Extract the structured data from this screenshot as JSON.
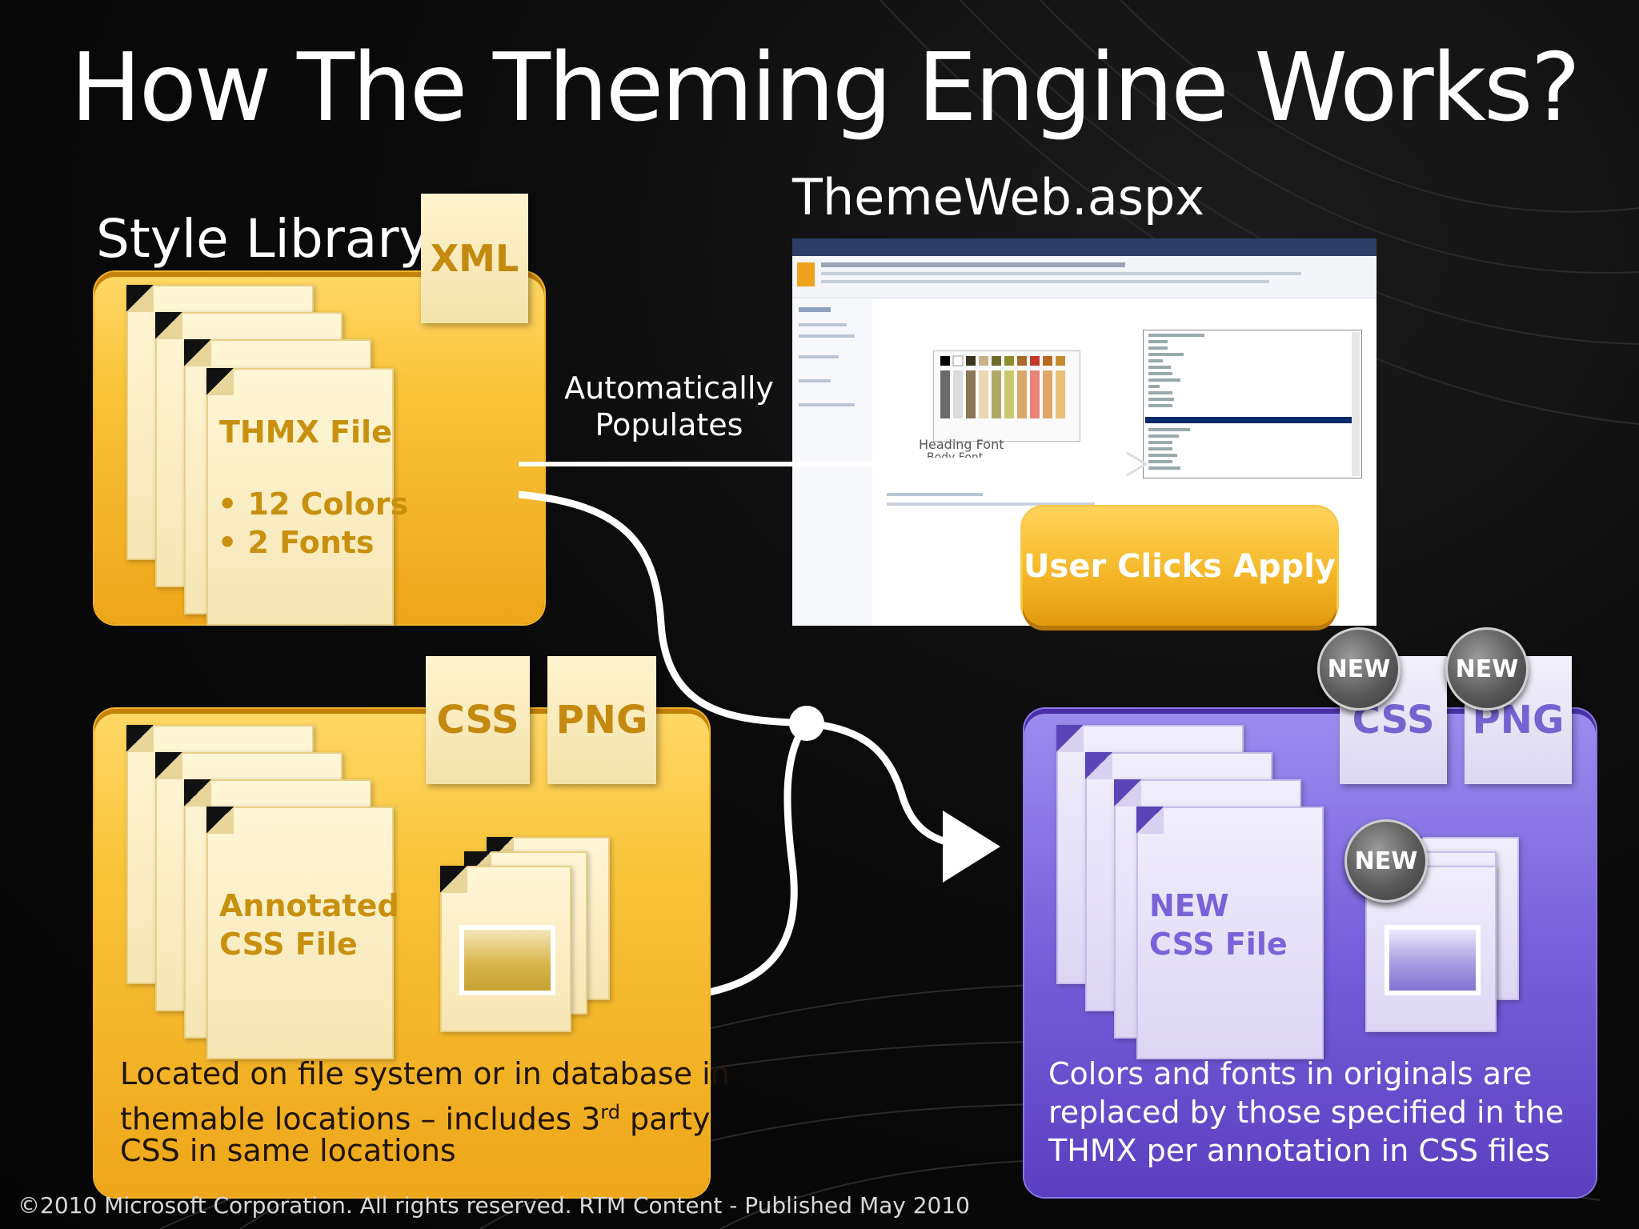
{
  "title": "How The Theming Engine Works?",
  "style_library": {
    "heading": "Style Library",
    "xml_tag": "XML",
    "thmx_title": "THMX File",
    "bullets": [
      "• 12 Colors",
      "• 2 Fonts"
    ]
  },
  "theme_web": {
    "heading": "ThemeWeb.aspx",
    "apply_label": "User Clicks Apply",
    "heading_font": "Heading Font",
    "body_font": "Body Font"
  },
  "arrow_note": {
    "line1": "Automatically",
    "line2": "Populates"
  },
  "source_folder": {
    "tags": [
      "CSS",
      "PNG"
    ],
    "doc_title_line1": "Annotated",
    "doc_title_line2": "CSS File",
    "desc_line1": "Located on file system or in database in",
    "desc_line2_a": "themable locations – includes 3",
    "desc_line2_sup": "rd",
    "desc_line2_b": " party",
    "desc_line3": "CSS in same locations"
  },
  "output_folder": {
    "tags": [
      "CSS",
      "PNG"
    ],
    "badge": "NEW",
    "doc_title_line1": "NEW",
    "doc_title_line2": "CSS File",
    "desc_line1": "Colors and fonts in originals are",
    "desc_line2": "replaced by those specified in the",
    "desc_line3": "THMX per annotation in CSS files"
  },
  "footer": "©2010 Microsoft Corporation. All rights reserved. RTM Content - Published May 2010",
  "colors": {
    "gold": "#f5b82a",
    "purple": "#7a63dc",
    "background": "#0b0b0b"
  }
}
